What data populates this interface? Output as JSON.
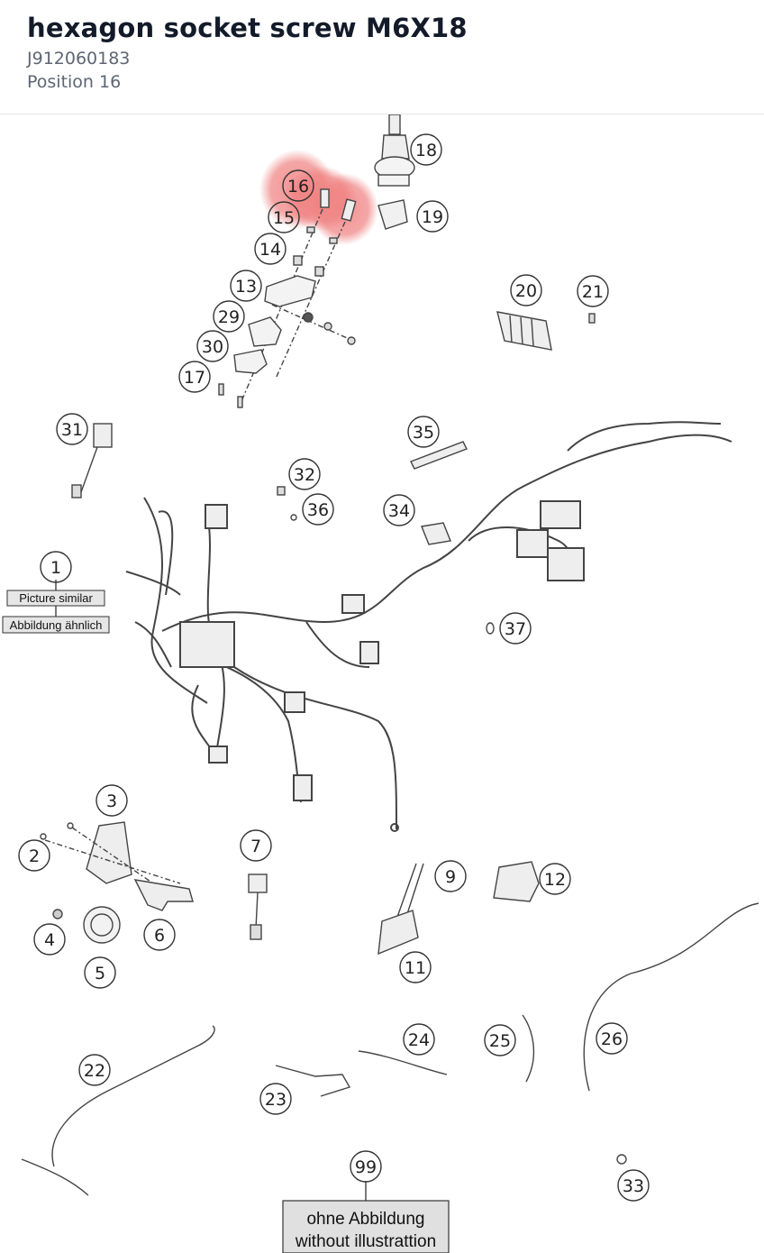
{
  "part": {
    "title": "hexagon socket screw M6X18",
    "part_number": "J912060183",
    "position": "Position 16"
  },
  "highlight_color": "#f08080",
  "callouts": [
    "16",
    "15",
    "14",
    "13",
    "29",
    "30",
    "17",
    "18",
    "19",
    "20",
    "21",
    "31",
    "35",
    "32",
    "36",
    "34",
    "1",
    "37",
    "3",
    "2",
    "4",
    "5",
    "6",
    "7",
    "9",
    "11",
    "12",
    "22",
    "23",
    "24",
    "25",
    "26",
    "99",
    "33"
  ],
  "labels": {
    "picture_similar": "Picture similar",
    "abbildung_aehnlich": "Abbildung ähnlich",
    "ohne_abbildung": "ohne Abbildung",
    "without_illustration": "without illustrattion"
  }
}
